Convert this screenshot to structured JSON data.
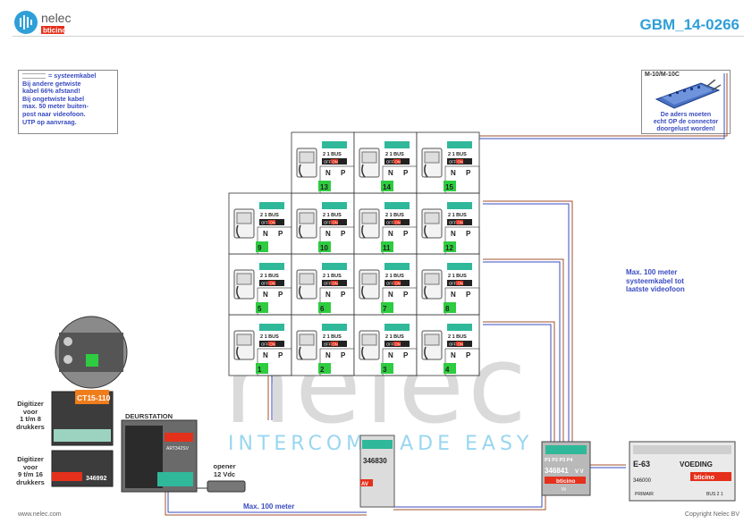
{
  "header": {
    "brand_name": "nelec",
    "brand_sub": "bticino",
    "doc_code": "GBM_14-0266"
  },
  "note": {
    "title": "= systeemkabel",
    "lines": [
      "Bij andere getwiste",
      "kabel 66% afstand!",
      "Bij ongetwiste kabel",
      "max. 50 meter buiten-",
      "post naar videofoon.",
      "UTP op aanvraag."
    ]
  },
  "connector": {
    "title": "M-10/M-10C",
    "note_lines": [
      "De aders moeten",
      "echt OP de connector",
      "doorgelust worden!"
    ]
  },
  "watermark": {
    "text": "nelec",
    "slogan": "INTERCOM MADE EASY"
  },
  "videophone": {
    "terminal_label": "2 1 BUS",
    "switch_label": "OFF ON",
    "n_label": "N",
    "p_label": "P",
    "units": [
      "1",
      "2",
      "3",
      "4",
      "5",
      "6",
      "7",
      "8",
      "9",
      "10",
      "11",
      "12",
      "13",
      "14",
      "15"
    ]
  },
  "digitizers": [
    {
      "label_lines": [
        "Digitizer",
        "voor",
        "1 t/m 8",
        "drukkers"
      ],
      "code": "CT15-110"
    },
    {
      "label_lines": [
        "Digitizer",
        "voor",
        "9 t/m 16",
        "drukkers"
      ],
      "code": "346992"
    }
  ],
  "door_station": {
    "title": "DEURSTATION",
    "code": "ART342SV"
  },
  "opener": {
    "lines": [
      "opener",
      "12 Vdc"
    ]
  },
  "distance_bottom": "Max. 100 meter",
  "distance_right": [
    "Max. 100 meter",
    "systeemkabel tot",
    "laatste videofoon"
  ],
  "module_346830": {
    "code": "346830",
    "av": "AV"
  },
  "distributor": {
    "terminals": "P1 P2 P3 P4",
    "code": "346841",
    "vv": "V V",
    "in": "IN",
    "brand": "bticino"
  },
  "power_supply": {
    "code": "E-63",
    "title": "VOEDING",
    "brand": "bticino",
    "part": "346000",
    "primair": "PRIMAIR",
    "bus": "BUS 2 1"
  },
  "footer": {
    "website": "www.nelec.com",
    "copyright": "Copyright Nelec BV"
  },
  "colors": {
    "accent_blue": "#2f9fd8",
    "text_blue": "#3a4cc0",
    "bus_green": "#2fb89a",
    "bticino_red": "#e5301b"
  }
}
